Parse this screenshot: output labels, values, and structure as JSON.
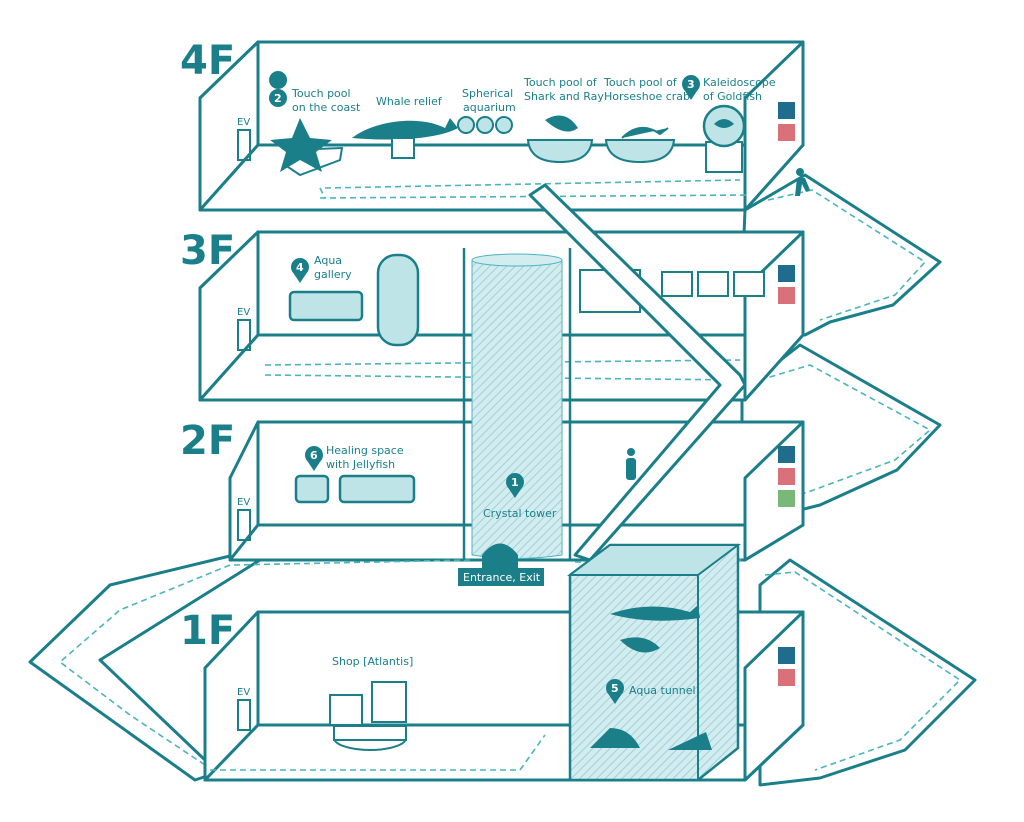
{
  "floors": {
    "f4": "4F",
    "f3": "3F",
    "f2": "2F",
    "f1": "1F",
    "ev": "EV"
  },
  "spots": {
    "touch_coast": {
      "num": "2",
      "line1": "Touch pool",
      "line2": "on the coast"
    },
    "whale_relief": {
      "line1": "Whale relief"
    },
    "spherical": {
      "line1": "Spherical",
      "line2": "aquarium"
    },
    "shark_ray": {
      "line1": "Touch pool of",
      "line2": "Shark and Ray"
    },
    "horseshoe": {
      "line1": "Touch pool of",
      "line2": "Horseshoe crab"
    },
    "kaleidoscope": {
      "num": "3",
      "line1": "Kaleidoscope",
      "line2": "of Goldfish"
    },
    "aqua_gallery": {
      "num": "4",
      "line1": "Aqua",
      "line2": "gallery"
    },
    "healing": {
      "num": "6",
      "line1": "Healing space",
      "line2": "with Jellyfish"
    },
    "crystal": {
      "num": "1",
      "line1": "Crystal tower"
    },
    "entrance": {
      "line1": "Entrance, Exit"
    },
    "shop": {
      "line1": "Shop [Atlantis]"
    },
    "aqua_tunnel": {
      "num": "5",
      "line1": "Aqua tunnel"
    }
  },
  "colors": {
    "teal": "#1b7f8a",
    "route": "#4bb4bd",
    "water": "#bfe4e8",
    "restroom_men": "#1f6c8c",
    "restroom_women": "#d9707a",
    "accessible": "#7ab87a"
  },
  "icons": [
    "restroom-men-icon",
    "restroom-women-icon",
    "accessible-restroom-icon",
    "elevator-icon",
    "person-icon",
    "walking-person-icon"
  ]
}
